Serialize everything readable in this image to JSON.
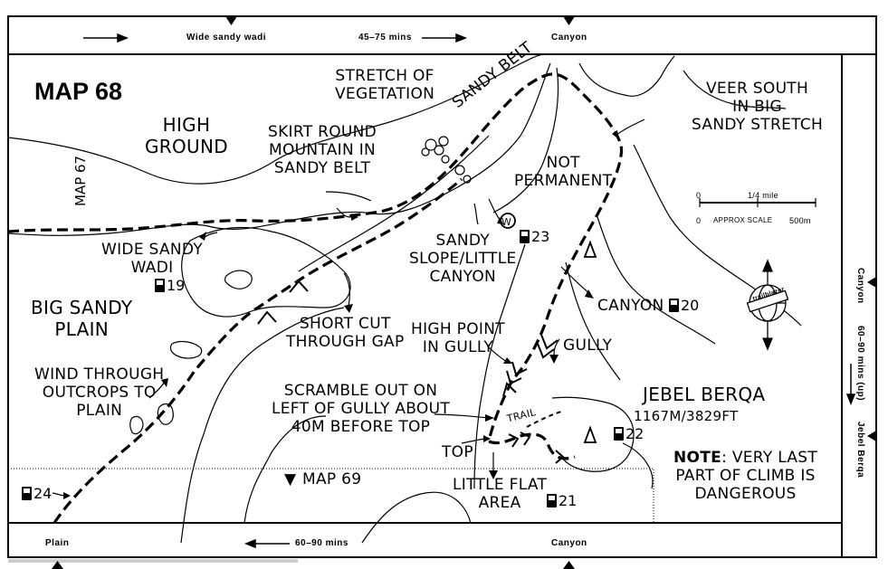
{
  "map": {
    "title": "MAP 68"
  },
  "top_bar": {
    "wide_sandy_wadi": "Wide sandy wadi",
    "duration": "45–75 mins",
    "canyon": "Canyon"
  },
  "bottom_bar": {
    "plain": "Plain",
    "duration": "60–90 mins",
    "canyon": "Canyon"
  },
  "right_bar": {
    "canyon": "Canyon",
    "duration": "60–90 mins (up)",
    "jebel_berqa": "Jebel Berqa"
  },
  "labels": {
    "high_ground": "HIGH\nGROUND",
    "stretch_of_vegetation": "STRETCH OF\nVEGETATION",
    "sandy_belt": "SANDY BELT",
    "veer_south": "VEER SOUTH\nIN BIG\nSANDY STRETCH",
    "skirt_round": "SKIRT ROUND\nMOUNTAIN IN\nSANDY BELT",
    "not_permanent": "NOT\nPERMANENT",
    "map_67": "MAP 67",
    "wide_sandy_wadi": "WIDE SANDY\nWADI",
    "sandy_slope": "SANDY\nSLOPE/LITTLE\nCANYON",
    "big_sandy_plain": "BIG SANDY\nPLAIN",
    "canyon": "CANYON",
    "short_cut": "SHORT CUT\nTHROUGH GAP",
    "high_point": "HIGH POINT\nIN GULLY",
    "gully": "GULLY",
    "wind_through": "WIND THROUGH\nOUTCROPS TO\nPLAIN",
    "scramble_out": "SCRAMBLE OUT ON\nLEFT OF GULLY ABOUT\n40M BEFORE TOP",
    "jebel_berqa": "JEBEL BERQA",
    "jebel_height": "1167M/3829FT",
    "trail": "TRAIL",
    "top": "TOP",
    "map_69": "MAP 69",
    "little_flat_area": "LITTLE FLAT\nAREA",
    "note_bold": "NOTE",
    "note_text": ": VERY LAST\nPART OF CLIMB IS\nDANGEROUS",
    "water_symbol": "W"
  },
  "gps_waypoints": [
    "19",
    "20",
    "21",
    "22",
    "23",
    "24"
  ],
  "scale": {
    "zero_top": "0",
    "quarter_mile": "1/4 mile",
    "zero_bottom": "0",
    "approx_scale": "APPROX SCALE",
    "metres": "500m"
  },
  "compass": {
    "brand": "trailblazer"
  },
  "icons": [
    "gps-unit-icon",
    "water-source-icon",
    "summit-triangle-icon",
    "compass-icon",
    "direction-arrow-icon",
    "vegetation-icon"
  ]
}
